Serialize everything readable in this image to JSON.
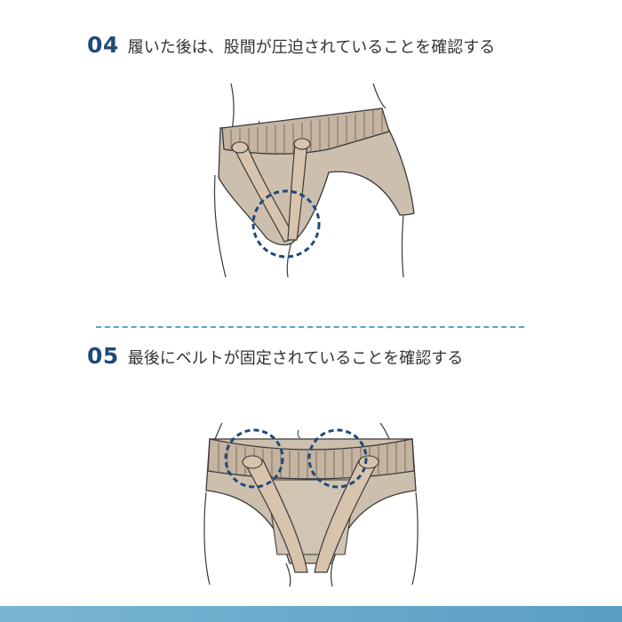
{
  "colors": {
    "step_number": "#1f4a7a",
    "divider": "#5aa3c4",
    "bottom_bar_start": "#79b6d2",
    "bottom_bar_end": "#5a9ec4",
    "garment_fill": "#cdbfae",
    "garment_band": "#c4b4a1",
    "strap_fill": "#d8c3ad",
    "outline": "#3a3a3a",
    "highlight_circle": "#1f4a7a"
  },
  "steps": [
    {
      "number": "04",
      "text": "履いた後は、股間が圧迫されていることを確認する",
      "illustration": "side-view-hernia-belt-worn"
    },
    {
      "number": "05",
      "text": "最後にベルトが固定されていることを確認する",
      "illustration": "front-view-hernia-belt-worn"
    }
  ]
}
